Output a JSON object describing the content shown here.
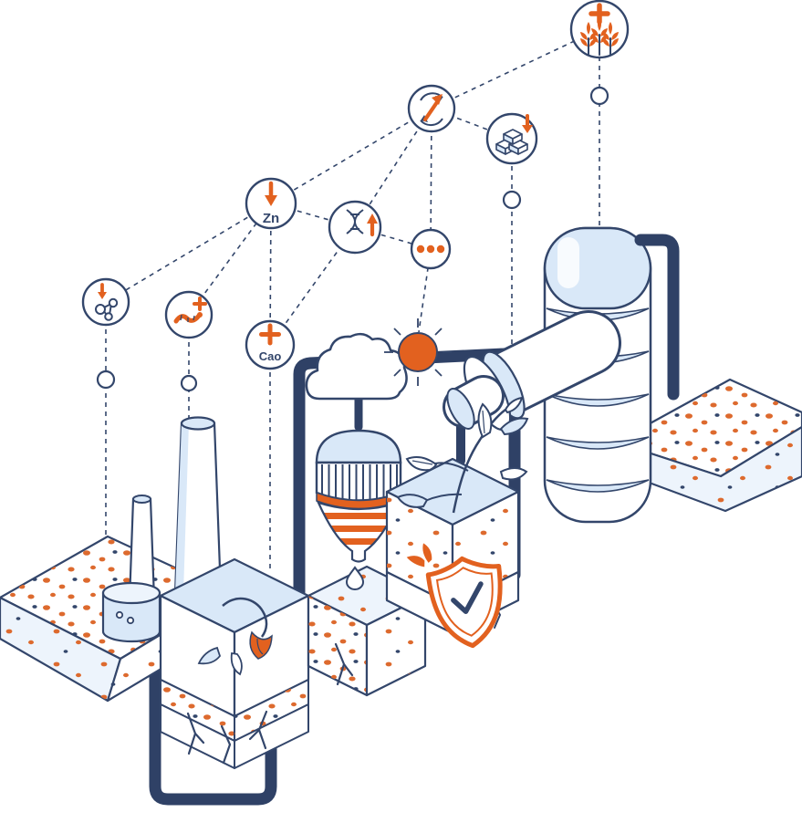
{
  "illustration": {
    "palette": {
      "navy": "#33466b",
      "pipe_navy": "#2f4166",
      "orange": "#e2611f",
      "dot_orange": "#dd6a2e",
      "light_blue": "#d9e8f8",
      "pale_blue": "#edf4fc",
      "white": "#ffffff",
      "background": "#ffffff"
    },
    "nodes": [
      {
        "id": "wheat",
        "icon": "wheat-plus-icon",
        "label": ""
      },
      {
        "id": "recycle",
        "icon": "recycle-up-arrow-icon",
        "label": ""
      },
      {
        "id": "minerals",
        "icon": "gold-bars-down-arrow-icon",
        "label": ""
      },
      {
        "id": "dna",
        "icon": "dna-up-arrow-icon",
        "label": ""
      },
      {
        "id": "more",
        "icon": "ellipsis-icon",
        "label": ""
      },
      {
        "id": "zinc",
        "icon": "down-arrow-icon",
        "label": "Zn"
      },
      {
        "id": "molecule",
        "icon": "molecule-down-arrow-icon",
        "label": ""
      },
      {
        "id": "worm",
        "icon": "worm-plus-icon",
        "label": ""
      },
      {
        "id": "calcium-oxide",
        "icon": "plus-icon",
        "label": "Cao"
      }
    ]
  }
}
